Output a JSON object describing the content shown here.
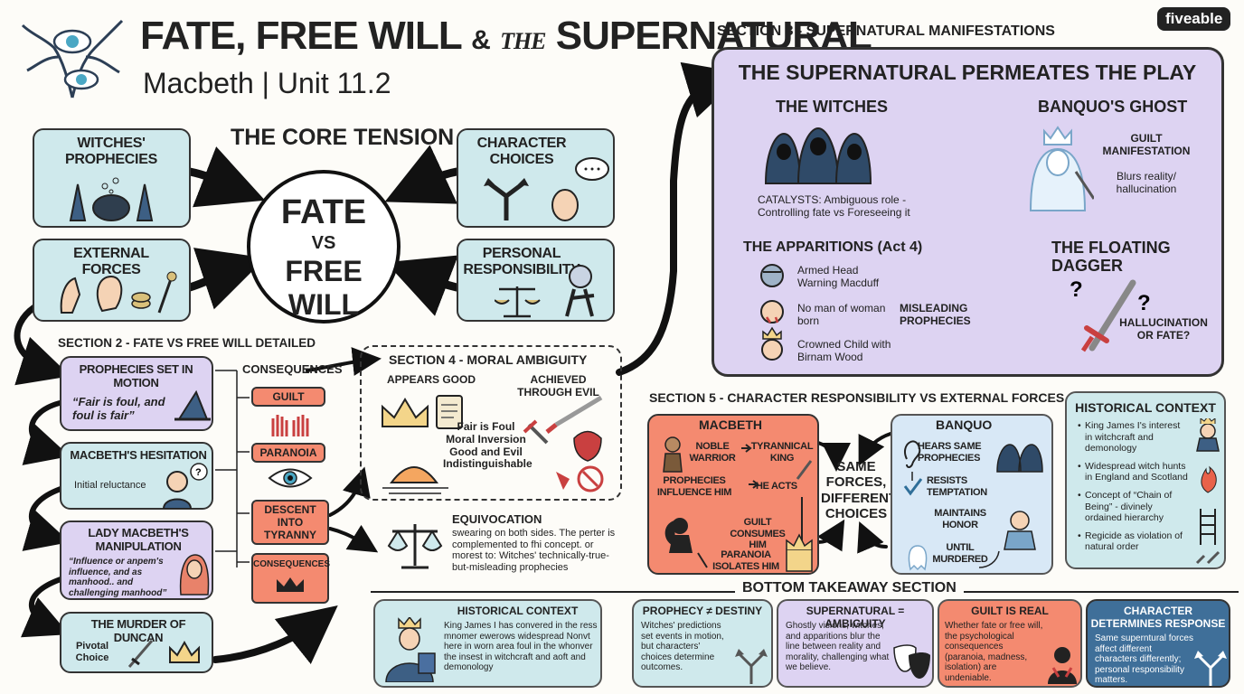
{
  "brand": "fiveable",
  "title": {
    "part1": "FATE, FREE WILL",
    "amp": "&",
    "the": "THE",
    "part2": "SUPERNATURAL",
    "subtitle": "Macbeth | Unit 11.2"
  },
  "core": {
    "heading": "THE CORE TENSION",
    "fate": "FATE",
    "vs": "VS",
    "free_will": "FREE WILL",
    "witches": "WITCHES' PROPHECIES",
    "external": "EXTERNAL FORCES",
    "choices": "CHARACTER CHOICES",
    "responsibility": "PERSONAL RESPONSIBILITY"
  },
  "section2": {
    "heading": "SECTION 2 - FATE VS FREE WILL DETAILED",
    "prophecies_title": "PROPHECIES SET IN MOTION",
    "prophecies_quote": "“Fair is foul, and foul is fair”",
    "hesitation_title": "MACBETH'S HESITATION",
    "hesitation_text": "Initial reluctance",
    "lady_title": "LADY MACBETH'S MANIPULATION",
    "lady_quote": "“Influence or anpem's influence, and as manhood.. and challenging manhood”",
    "murder_title": "THE MURDER OF DUNCAN",
    "murder_text": "Pivotal Choice",
    "consequences_label": "CONSEQUENCES",
    "guilt": "GUILT",
    "paranoia": "PARANOIA",
    "descent": "DESCENT INTO TYRANNY",
    "consequences_pill": "CONSEQUENCES"
  },
  "section3": {
    "heading": "SECTION 3 - SUPERNATURAL MANIFESTATIONS",
    "banner": "THE SUPERNATURAL PERMEATES THE PLAY",
    "witches": "THE WITCHES",
    "catalysts": "CATALYSTS: Ambiguous role - Controlling fate vs Foreseeing it",
    "ghost": "BANQUO'S GHOST",
    "guilt_manifest": "GUILT MANIFESTATION",
    "blurs": "Blurs reality/ hallucination",
    "apparitions": "THE APPARITIONS (Act 4)",
    "app1": "Armed Head Warning Macduff",
    "app2": "No man of woman born",
    "app3": "Crowned Child with Birnam Wood",
    "misleading": "MISLEADING PROPHECIES",
    "dagger": "THE FLOATING DAGGER",
    "hallucination": "HALLUCINATION OR FATE?"
  },
  "section4": {
    "heading": "SECTION 4 - MORAL AMBIGUITY",
    "appears_good": "APPEARS GOOD",
    "achieved": "ACHIEVED THROUGH EVIL",
    "fair_foul": "Fair is Foul Moral Inversion Good and Evil Indistinguishable",
    "equivocation": "EQUIVOCATION",
    "equiv_text": "swearing on both sides. The perter is complemented to fhi concept. or morest to: Witches' technically-true-but-misleading prophecies"
  },
  "section5": {
    "heading": "SECTION 5 - CHARACTER RESPONSIBILITY VS EXTERNAL FORCES",
    "macbeth": "MACBETH",
    "noble": "NOBLE WARRIOR",
    "tyrannical": "TYRANNICAL KING",
    "prophecies_influence": "PROPHECIES INFLUENCE HIM",
    "he_acts": "HE ACTS",
    "guilt_consumes": "GUILT CONSUMES HIM",
    "paranoia_isolates": "PARANOIA ISOLATES HIM",
    "same_forces": "SAME FORCES, DIFFERENT CHOICES",
    "banquo": "BANQUO",
    "hears_same": "HEARS SAME PROPHECIES",
    "resists": "RESISTS TEMPTATION",
    "maintains": "MAINTAINS HONOR",
    "until": "UNTIL MURDERED"
  },
  "historical": {
    "heading": "HISTORICAL CONTEXT",
    "items": [
      "King James I's interest in witchcraft and demonology",
      "Widespread witch hunts in England and Scotland",
      "Concept of “Chain of Being” - divinely ordained hierarchy",
      "Regicide as violation of natural order"
    ]
  },
  "takeaway": {
    "heading": "BOTTOM TAKEAWAY SECTION",
    "hist_title": "HISTORICAL CONTEXT",
    "hist_text": "King James I has convered in the ress mnomer ewerows widespread Nonvt here in worn area foul in the whonver the insest in witchcraft and aoft and demonology",
    "prophecy_title": "PROPHECY ≠ DESTINY",
    "prophecy_text": "Witches' predictions set events in motion, but characters' choices determine outcomes.",
    "super_title": "SUPERNATURAL = AMBIGUITY",
    "super_text": "Ghostly visions, witches, and apparitions blur the line between reality and morality, challenging what we believe.",
    "guilt_title": "GUILT IS REAL",
    "guilt_text": "Whether fate or free will, the psychological consequences (paranoia, madness, isolation) are undeniable.",
    "char_title": "CHARACTER DETERMINES RESPONSE",
    "char_text": "Same superntural forces affect different characters differently; personal responsibility matters."
  },
  "colors": {
    "teal": "#cfe9ec",
    "lavender": "#ddd3f2",
    "coral": "#f48a70",
    "navy": "#3f6f99",
    "ink": "#222222"
  }
}
